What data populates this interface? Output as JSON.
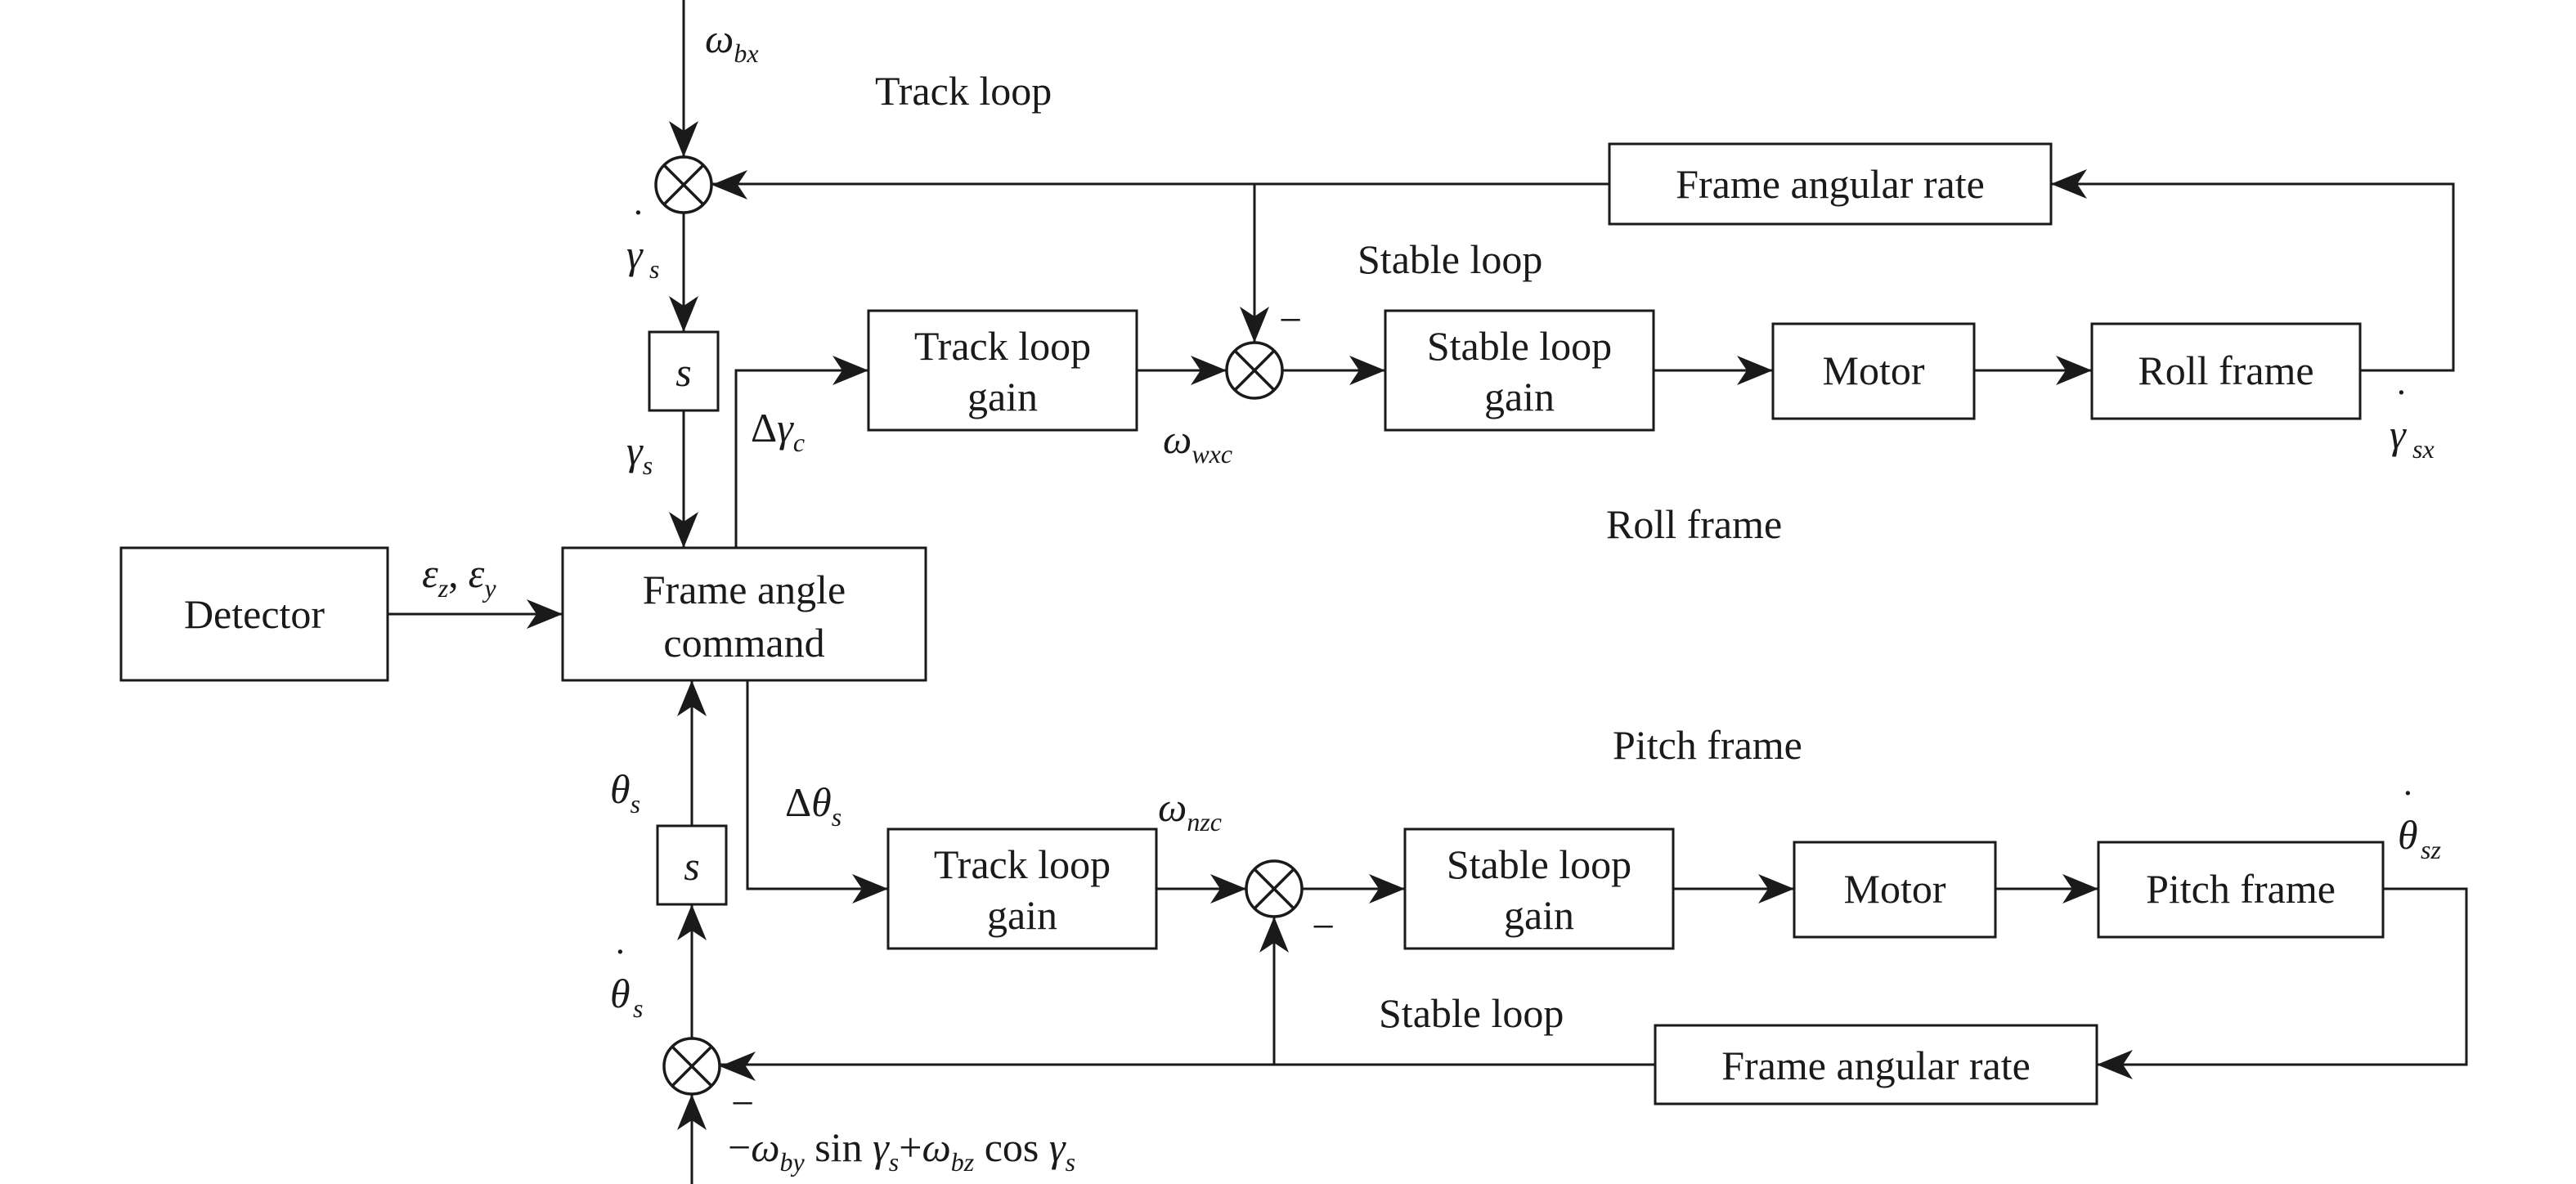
{
  "blocks": {
    "detector": "Detector",
    "frame_angle_command": [
      "Frame angle",
      "command"
    ],
    "diff_top": "s",
    "diff_bottom": "s",
    "track_gain_top": [
      "Track loop",
      "gain"
    ],
    "stable_gain_top": [
      "Stable loop",
      "gain"
    ],
    "motor_top": "Motor",
    "roll_frame_block": "Roll frame",
    "rate_top": "Frame angular rate",
    "track_gain_bottom": [
      "Track loop",
      "gain"
    ],
    "stable_gain_bottom": [
      "Stable loop",
      "gain"
    ],
    "motor_bottom": "Motor",
    "pitch_frame_block": "Pitch frame",
    "rate_bottom": "Frame angular rate"
  },
  "region_labels": {
    "track_loop": "Track loop",
    "stable_loop_top": "Stable loop",
    "roll_frame": "Roll frame",
    "pitch_frame": "Pitch frame",
    "stable_loop_bottom": "Stable loop"
  },
  "signals": {
    "omega_bx": {
      "base": "ω",
      "sub": "bx"
    },
    "gamma_dot_s": {
      "base": "γ",
      "sub": "s",
      "dot": "˙"
    },
    "gamma_s": {
      "base": "γ",
      "sub": "s"
    },
    "eps_z": {
      "base": "ε",
      "sub": "z"
    },
    "eps_comma": ",",
    "eps_y": {
      "base": "ε",
      "sub": "y"
    },
    "delta_gamma_c": {
      "prefix": "Δ",
      "base": "γ",
      "sub": "c"
    },
    "omega_wxc": {
      "base": "ω",
      "sub": "wxc"
    },
    "gamma_dot_sx": {
      "base": "γ",
      "sub": "sx",
      "dot": "˙"
    },
    "theta_s": {
      "base": "θ",
      "sub": "s"
    },
    "delta_theta_s": {
      "prefix": "Δ",
      "base": "θ",
      "sub": "s"
    },
    "omega_nzc": {
      "base": "ω",
      "sub": "nzc"
    },
    "theta_dot_sz": {
      "base": "θ",
      "sub": "sz",
      "dot": "˙"
    },
    "theta_dot_s": {
      "base": "θ",
      "sub": "s",
      "dot": "˙"
    },
    "minus_sign": "−",
    "disturbance": {
      "minus": "−",
      "omega": "ω",
      "by": "by",
      "sin": " sin ",
      "gamma1": "γ",
      "s1": "s",
      "plus": "+",
      "bz": "bz",
      "cos": " cos ",
      "gamma2": "γ",
      "s2": "s"
    }
  }
}
